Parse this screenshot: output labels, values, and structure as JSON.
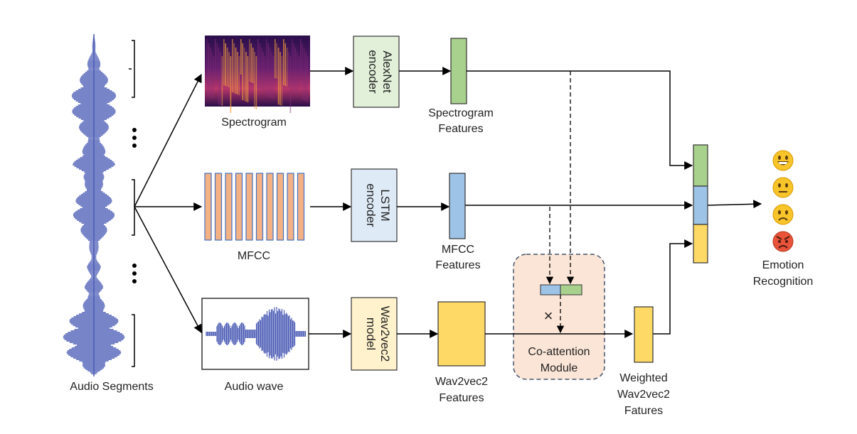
{
  "labels": {
    "audio_segments": "Audio Segments",
    "spectrogram": "Spectrogram",
    "mfcc": "MFCC",
    "audio_wave": "Audio wave",
    "alexnet_line1": "AlexNet",
    "alexnet_line2": "encoder",
    "lstm_line1": "LSTM",
    "lstm_line2": "encoder",
    "wav2vec_line1": "Wav2vec2",
    "wav2vec_line2": "model",
    "spec_feat_line1": "Spectrogram",
    "spec_feat_line2": "Features",
    "mfcc_feat_line1": "MFCC",
    "mfcc_feat_line2": "Features",
    "w2v_feat_line1": "Wav2vec2",
    "w2v_feat_line2": "Features",
    "coattn_line1": "Co-attention",
    "coattn_line2": "Module",
    "weighted_line1": "Weighted",
    "weighted_line2": "Wav2vec2",
    "weighted_line3": "Fatures",
    "emotion_line1": "Emotion",
    "emotion_line2": "Recognition",
    "multiply": "×",
    "ellipsis": "⋮"
  },
  "colors": {
    "green": "#a9d18e",
    "blue": "#9dc3e6",
    "yellow": "#ffd966",
    "waveform": "#4a5bb5",
    "mfcc_fill": "#f4b183",
    "mfcc_stroke": "#4472c4",
    "alexnet_fill": "#e2f0d9",
    "lstm_fill": "#deebf7",
    "wav2vec_fill": "#fff2cc",
    "coattn_fill": "#fbe5d6",
    "coattn_stroke": "#44546a"
  },
  "icons": [
    "grinning-face-icon",
    "neutral-face-icon",
    "sad-face-icon",
    "angry-face-icon"
  ]
}
